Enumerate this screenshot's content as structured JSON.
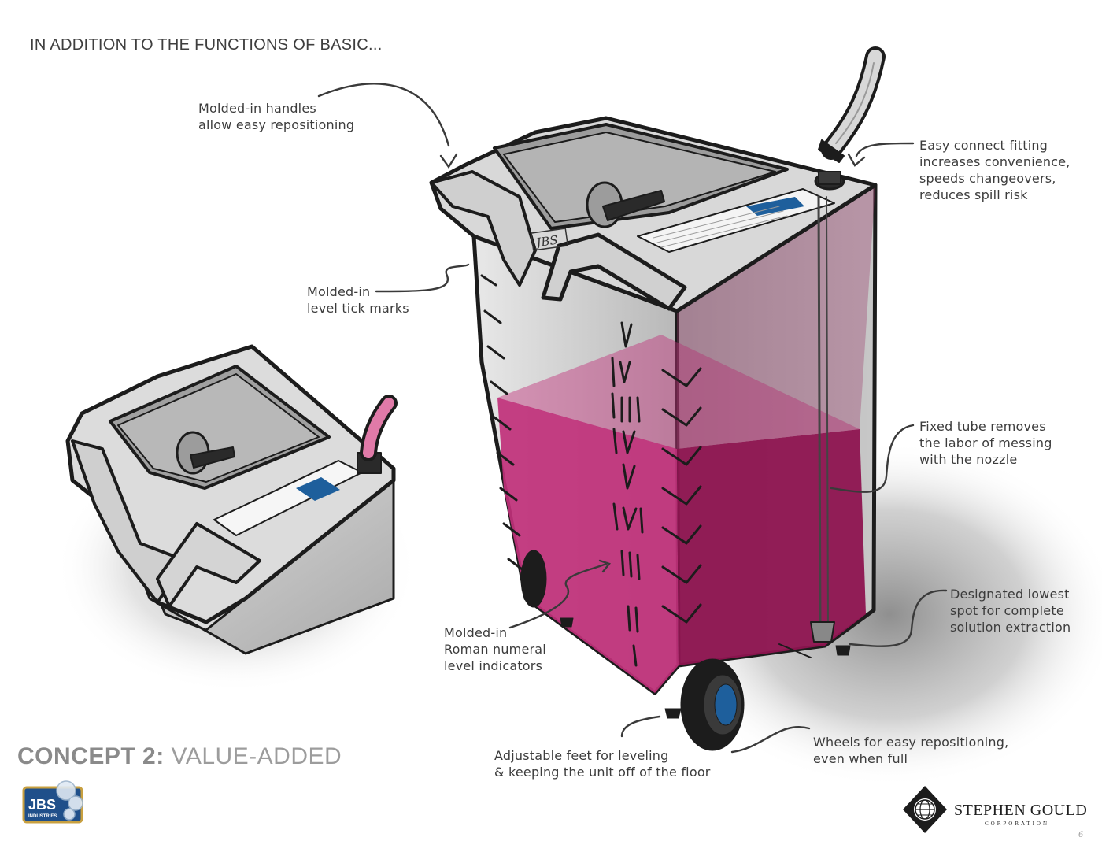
{
  "heading": "IN ADDITION TO THE FUNCTIONS OF BASIC...",
  "callouts": {
    "handles": [
      "Molded-in handles",
      "allow easy repositioning"
    ],
    "tick_marks": [
      "Molded-in",
      "level tick marks"
    ],
    "fitting": [
      "Easy connect fitting",
      "increases convenience,",
      "speeds changeovers,",
      "reduces spill risk"
    ],
    "fixed_tube": [
      "Fixed tube removes",
      "the labor of messing",
      "with the nozzle"
    ],
    "lowest_spot": [
      "Designated lowest",
      "spot for complete",
      "solution extraction"
    ],
    "roman": [
      "Molded-in",
      "Roman numeral",
      "level indicators"
    ],
    "feet": [
      "Adjustable feet for leveling",
      "& keeping the unit off of the floor"
    ],
    "wheels": [
      "Wheels for easy repositioning,",
      "even when full"
    ]
  },
  "concept": {
    "prefix": "CONCEPT 2:",
    "name": "VALUE-ADDED"
  },
  "logos": {
    "jbs": "JBS",
    "jbs_sub": "INDUSTRIES",
    "corp_name": "STEPHEN GOULD",
    "corp_sub": "CORPORATION"
  },
  "label_text": "JBS",
  "page_number": "6",
  "colors": {
    "liquid": "#c0307a",
    "liquid_dark": "#8e1450",
    "body_gray": "#c4c4c4",
    "outline": "#1c1c1c",
    "label_blue": "#1e5f9c",
    "hose_pink": "#e07aa8"
  }
}
